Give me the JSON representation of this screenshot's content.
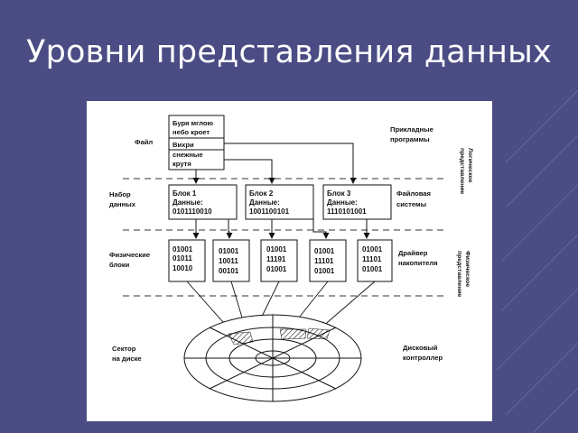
{
  "slide": {
    "title": "Уровни представления данных"
  },
  "colors": {
    "background": "#4b4c84",
    "panel": "#ffffff",
    "ink": "#111111"
  },
  "diagram": {
    "labels": {
      "file": "Файл",
      "app_line1": "Прикладные",
      "app_line2": "программы",
      "dataset_line1": "Набор",
      "dataset_line2": "данных",
      "fs_line1": "Файловая",
      "fs_line2": "системы",
      "phys_line1": "Физические",
      "phys_line2": "блоки",
      "driver_line1": "Драйвер",
      "driver_line2": "накопителя",
      "sector_line1": "Сектор",
      "sector_line2": "на диске",
      "ctrl_line1": "Дисковый",
      "ctrl_line2": "контроллер"
    },
    "side_labels": {
      "logical_line1": "Логическое",
      "logical_line2": "представление",
      "physical_line1": "Физическое",
      "physical_line2": "представление"
    },
    "file_records": [
      {
        "line1": "Буря мглою",
        "line2": "небо кроет"
      },
      {
        "line1": "Вихри",
        "line2": "снежные"
      },
      {
        "line1": "крутя",
        "line2": ""
      }
    ],
    "blocks": [
      {
        "line1": "Блок 1",
        "line2": "Данные:",
        "line3": "0101110010"
      },
      {
        "line1": "Блок 2",
        "line2": "Данные:",
        "line3": "1001100101"
      },
      {
        "line1": "Блок 3",
        "line2": "Данные:",
        "line3": "1110101001"
      }
    ],
    "phys_blocks": [
      {
        "line1": "01001",
        "line2": "01011",
        "line3": "10010"
      },
      {
        "line1": "01001",
        "line2": "10011",
        "line3": "00101"
      },
      {
        "line1": "01001",
        "line2": "11191",
        "line3": "01001"
      },
      {
        "line1": "01001",
        "line2": "11101",
        "line3": "01001"
      },
      {
        "line1": "01001",
        "line2": "11101",
        "line3": "01001"
      }
    ]
  }
}
